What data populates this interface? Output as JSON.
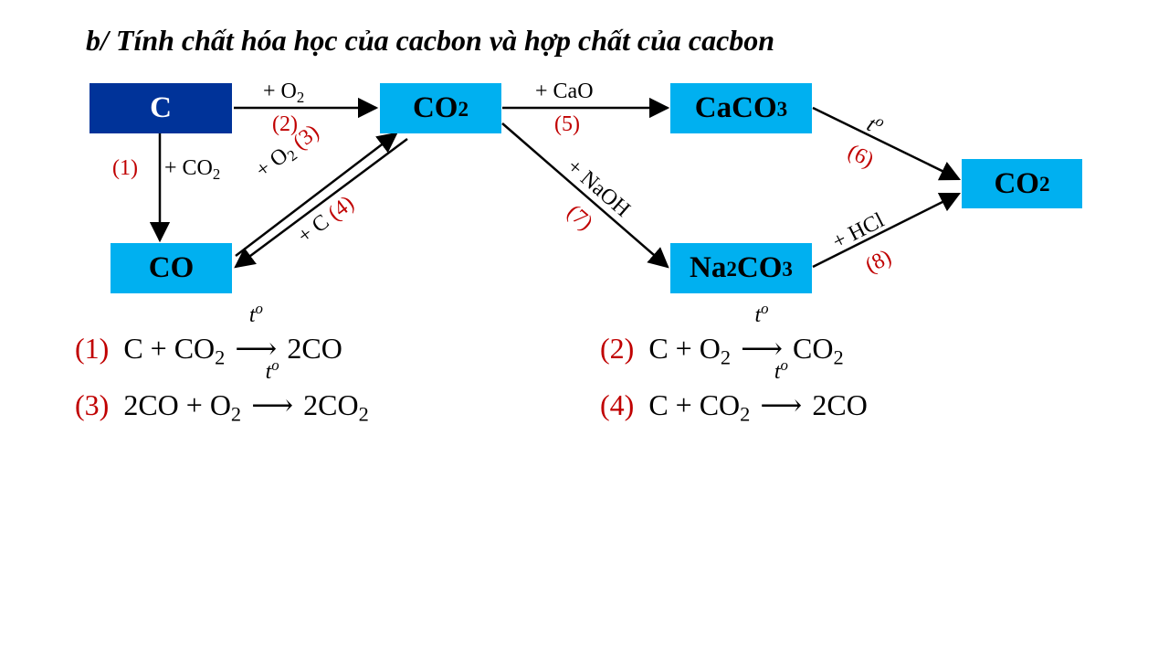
{
  "title": "b/ Tính chất hóa học của cacbon và hợp chất của cacbon",
  "nodes": {
    "c": "C",
    "co2_a": {
      "base": "CO",
      "sub": "2"
    },
    "caco3": {
      "base": "CaCO",
      "sub": "3"
    },
    "co2_b": {
      "base": "CO",
      "sub": "2"
    },
    "co": "CO",
    "na2co3": {
      "p1": "Na",
      "s1": "2",
      "p2": "CO",
      "s2": "3"
    }
  },
  "arrow_labels": {
    "r1_num": "(1)",
    "r1_reagent_base": "+ CO",
    "r1_reagent_sub": "2",
    "r2_num": "(2)",
    "r2_reagent_base": "+ O",
    "r2_reagent_sub": "2",
    "r3_num": "(3)",
    "r3_reagent_base": "+ O",
    "r3_reagent_sub": "2",
    "r4_num": "(4)",
    "r4_reagent": "+ C",
    "r5_num": "(5)",
    "r5_reagent": "+ CaO",
    "r6_num": "(6)",
    "r6_reagent_base": "t",
    "r6_reagent_sup": "o",
    "r7_num": "(7)",
    "r7_reagent": "+ NaOH",
    "r8_num": "(8)",
    "r8_reagent": "+ HCl"
  },
  "equations": {
    "e1": {
      "num": "(1)",
      "left": "C  +  CO",
      "left_sub": "2",
      "cond": "t",
      "cond_sup": "o",
      "right": "2CO"
    },
    "e2": {
      "num": "(2)",
      "left": "C  +  O",
      "left_sub": "2",
      "cond": "t",
      "cond_sup": "o",
      "right": "CO",
      "right_sub": "2"
    },
    "e3": {
      "num": "(3)",
      "left": "2CO  +  O",
      "left_sub": "2",
      "cond": "t",
      "cond_sup": "o",
      "right": "2CO",
      "right_sub": "2"
    },
    "e4": {
      "num": "(4)",
      "left": "C  +  CO",
      "left_sub": "2",
      "cond": "t",
      "cond_sup": "o",
      "right": "2CO"
    }
  },
  "colors": {
    "box_cyan": "#00B0F0",
    "box_navy": "#003399",
    "number_red": "#C00000"
  }
}
